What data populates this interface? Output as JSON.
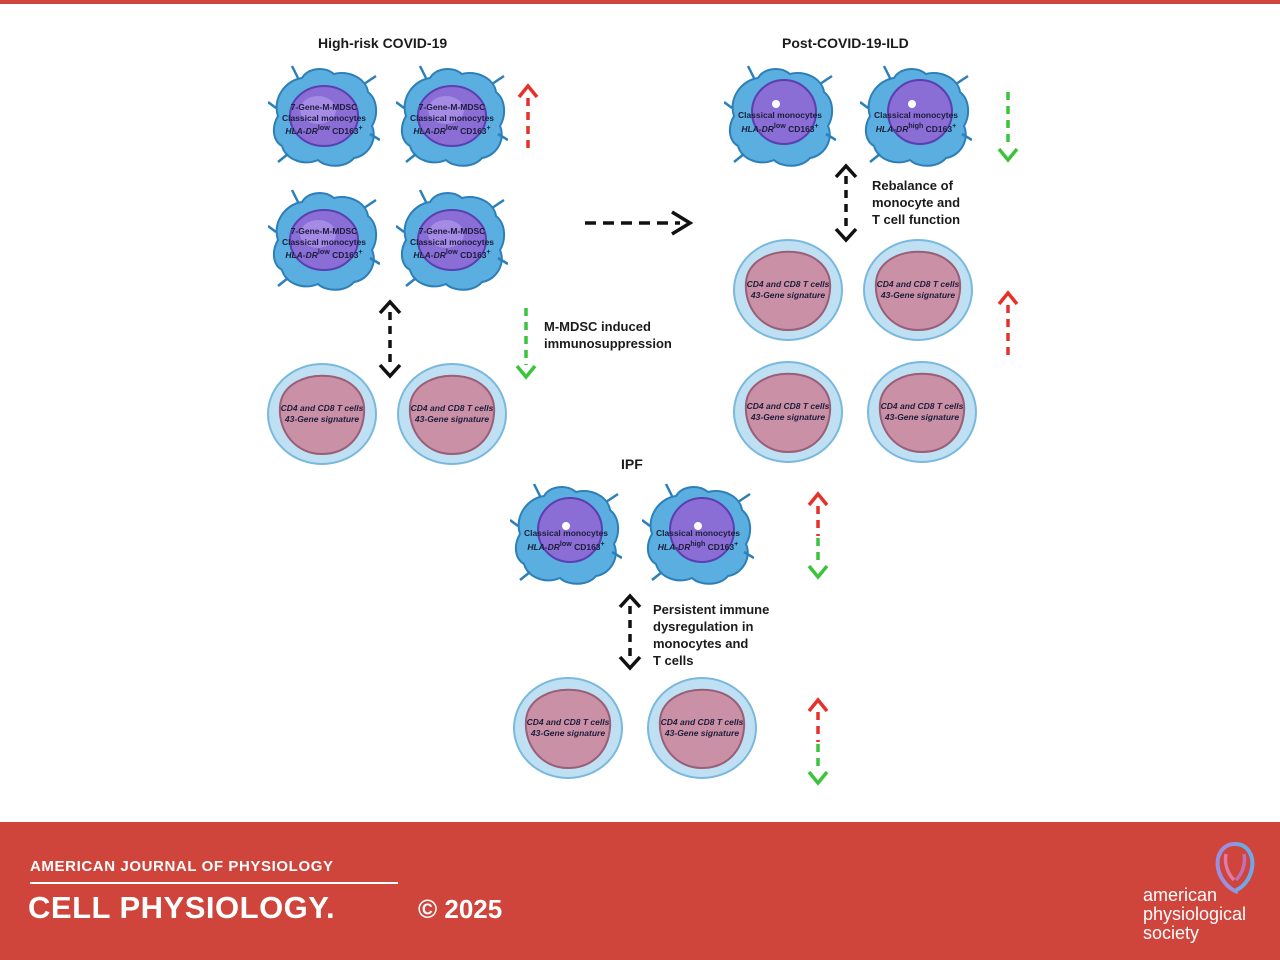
{
  "titles": {
    "high_risk": "High-risk COVID-19",
    "post_ild": "Post-COVID-19-ILD",
    "ipf": "IPF"
  },
  "labels": {
    "mdsc_line1": "7-Gene-M-MDSC",
    "mdsc_line2": "Classical monocytes",
    "mdsc_line3": "HLA-DR",
    "mdsc_line3_sup": "low",
    "mdsc_line3_tail": " CD163",
    "mdsc_line3_tail_sup": "+",
    "mono_line1": "Classical monocytes",
    "mono_line2": "HLA-DR",
    "mono_low_sup": "low",
    "mono_high_sup": "high",
    "mono_tail": " CD163",
    "mono_tail_sup": "+",
    "tcell_line1": "CD4 and CD8 T cells",
    "tcell_line2": "43-Gene signature"
  },
  "notes": {
    "mdsc_line1": "M-MDSC induced",
    "mdsc_line2": "immunosuppression",
    "rebalance_line1": "Rebalance of",
    "rebalance_line2": "monocyte and",
    "rebalance_line3": "T cell function",
    "persistent_line1": "Persistent immune",
    "persistent_line2": "dysregulation in",
    "persistent_line3": "monocytes and",
    "persistent_line4": "T cells"
  },
  "footer": {
    "journal_small": "AMERICAN JOURNAL OF PHYSIOLOGY",
    "journal_big": "CELL PHYSIOLOGY.",
    "copyright": "© 2025",
    "society_line1": "american",
    "society_line2": "physiological",
    "society_line3": "society"
  },
  "colors": {
    "footer_red": "#d0453b",
    "up_red": "#e8302a",
    "down_green": "#3bc43b",
    "monocyte_blue": "#5aaee0",
    "nucleus_purple": "#8a6ed6",
    "tcell_pink": "#c990a6"
  }
}
